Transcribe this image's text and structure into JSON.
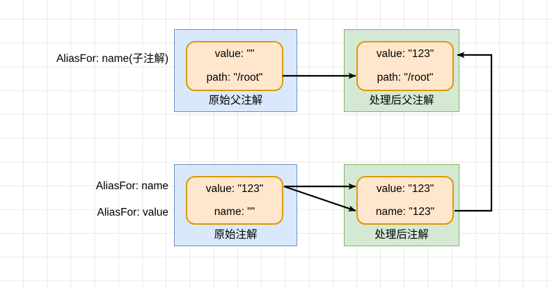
{
  "diagram": {
    "title": "AliasFor annotation processing diagram",
    "colors": {
      "blue_fill": "#dae8fc",
      "blue_border": "#6c8ebf",
      "green_fill": "#d5e8d4",
      "green_border": "#82b366",
      "orange_fill": "#ffe6cc",
      "orange_border": "#d79b00",
      "edge": "#000000",
      "grid": "#e8e8e8",
      "background": "#ffffff"
    },
    "labels": {
      "top_alias": "AliasFor: name(子注解)",
      "bottom_alias_1": "AliasFor: name",
      "bottom_alias_2": "AliasFor: value"
    },
    "nodes": {
      "parent_source": {
        "container_label": "原始父注解",
        "line1": "value: \"\"",
        "line2": "path: \"/root\""
      },
      "parent_processed": {
        "container_label": "处理后父注解",
        "line1": "value: \"123\"",
        "line2": "path: \"/root\""
      },
      "child_source": {
        "container_label": "原始注解",
        "line1": "value: \"123\"",
        "line2": "name: \"\""
      },
      "child_processed": {
        "container_label": "处理后注解",
        "line1": "value: \"123\"",
        "line2": "name: \"123\""
      }
    },
    "edges": [
      {
        "name": "parent-source-to-parent-processed",
        "from": "parent_source",
        "to": "parent_processed",
        "style": "straight"
      },
      {
        "name": "child-source-to-child-processed-value",
        "from": "child_source",
        "to": "child_processed",
        "style": "straight"
      },
      {
        "name": "child-source-to-child-processed-name",
        "from": "child_source",
        "to": "child_processed",
        "style": "diagonal"
      },
      {
        "name": "child-processed-to-parent-processed",
        "from": "child_processed",
        "to": "parent_processed",
        "style": "orthogonal-feedback"
      }
    ]
  }
}
